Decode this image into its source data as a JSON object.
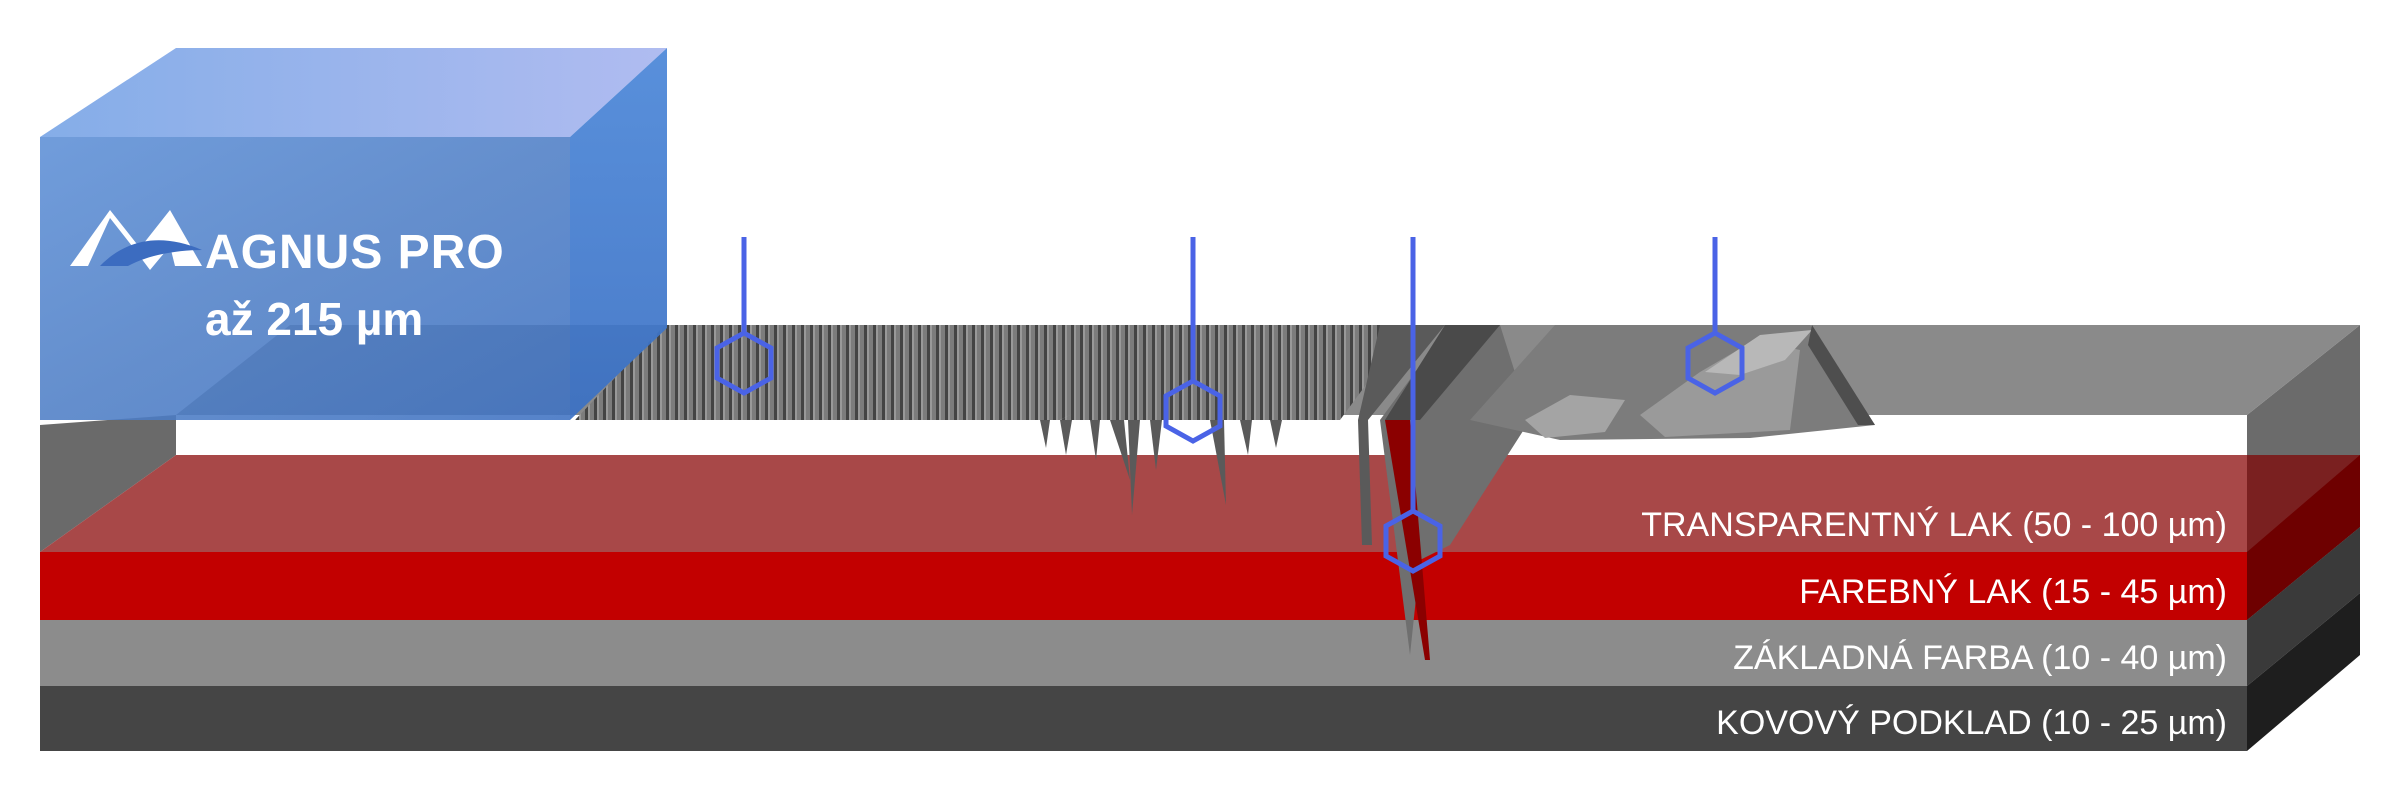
{
  "brand": {
    "logo_text": "AGNUS PRO",
    "thickness": "až 215 µm"
  },
  "layers": [
    {
      "label": "TRANSPARENTNÝ LAK (50 - 100 µm)",
      "color": "#a84848"
    },
    {
      "label": "FAREBNÝ LAK (15 - 45 µm)",
      "color": "#c20000"
    },
    {
      "label": "ZÁKLADNÁ FARBA (10 - 40 µm)",
      "color": "#8c8c8c"
    },
    {
      "label": "KOVOVÝ PODKLAD (10 - 25 µm)",
      "color": "#454545"
    }
  ],
  "colors": {
    "film_blue": "#4a80cf",
    "marker_blue": "#4a63e6",
    "surface_gray": "#8a8a8a"
  },
  "icons": [
    "hexagon-marker-icon",
    "magnus-logo-icon"
  ]
}
